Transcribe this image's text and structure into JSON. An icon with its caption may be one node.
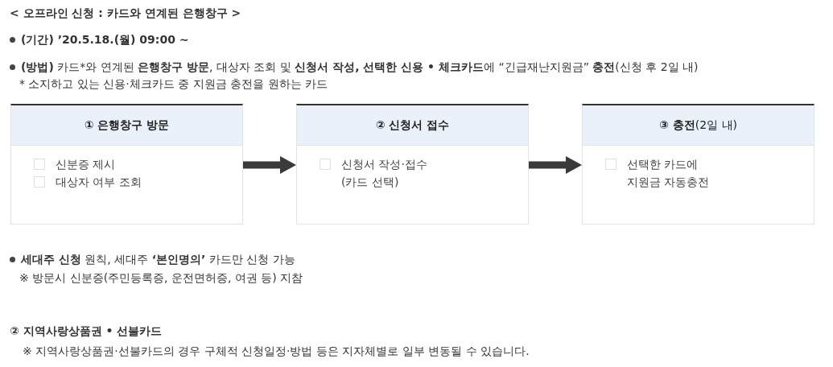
{
  "diagram": {
    "title": "< 오프라인 신청 : 카드와 연계된 은행창구 >",
    "nodes": [
      {
        "text": [
          "① 은행창구 방문",
          "신분증 제시",
          "대상자 여부 조회"
        ]
      },
      {
        "text": [
          "② 신청서 접수",
          "신청서 작성·접수 (카드 선택)"
        ]
      },
      {
        "text": [
          "**③ 충전**(2일 내)",
          "선택한 카드에 지원금 자동충전"
        ]
      }
    ],
    "edges": [
      {
        "from": 0,
        "to": 1,
        "arrow": "to"
      },
      {
        "from": 1,
        "to": 2,
        "arrow": "to"
      }
    ],
    "labels": [
      "(기간) ’20.5.18.(월) 09:00 ~",
      "**(방법)** 카드*와 연계된 **은행창구 방문**, 대상자 조회 및 **신청서 작성, 선택한 신용 • 체크카드**에 “긴급재난지원금” **충전**(신청 후 2일 내)",
      "* 소지하고 있는 신용·체크카드 중 지원금 충전을 원하는 카드",
      "**세대주 신청** 원칙, 세대주 **‘본인명의’** 카드만 신청 가능",
      "※ 방문시 신분증(주민등록증, 운전면허증, 여권 등) 지참",
      "② 지역사랑상품권 • 선불카드",
      "※ 지역사랑상품권·선불카드의 경우 구체적 신청일정·방법 등은 지자체별로 일부 변동될 수 있습니다."
    ]
  }
}
